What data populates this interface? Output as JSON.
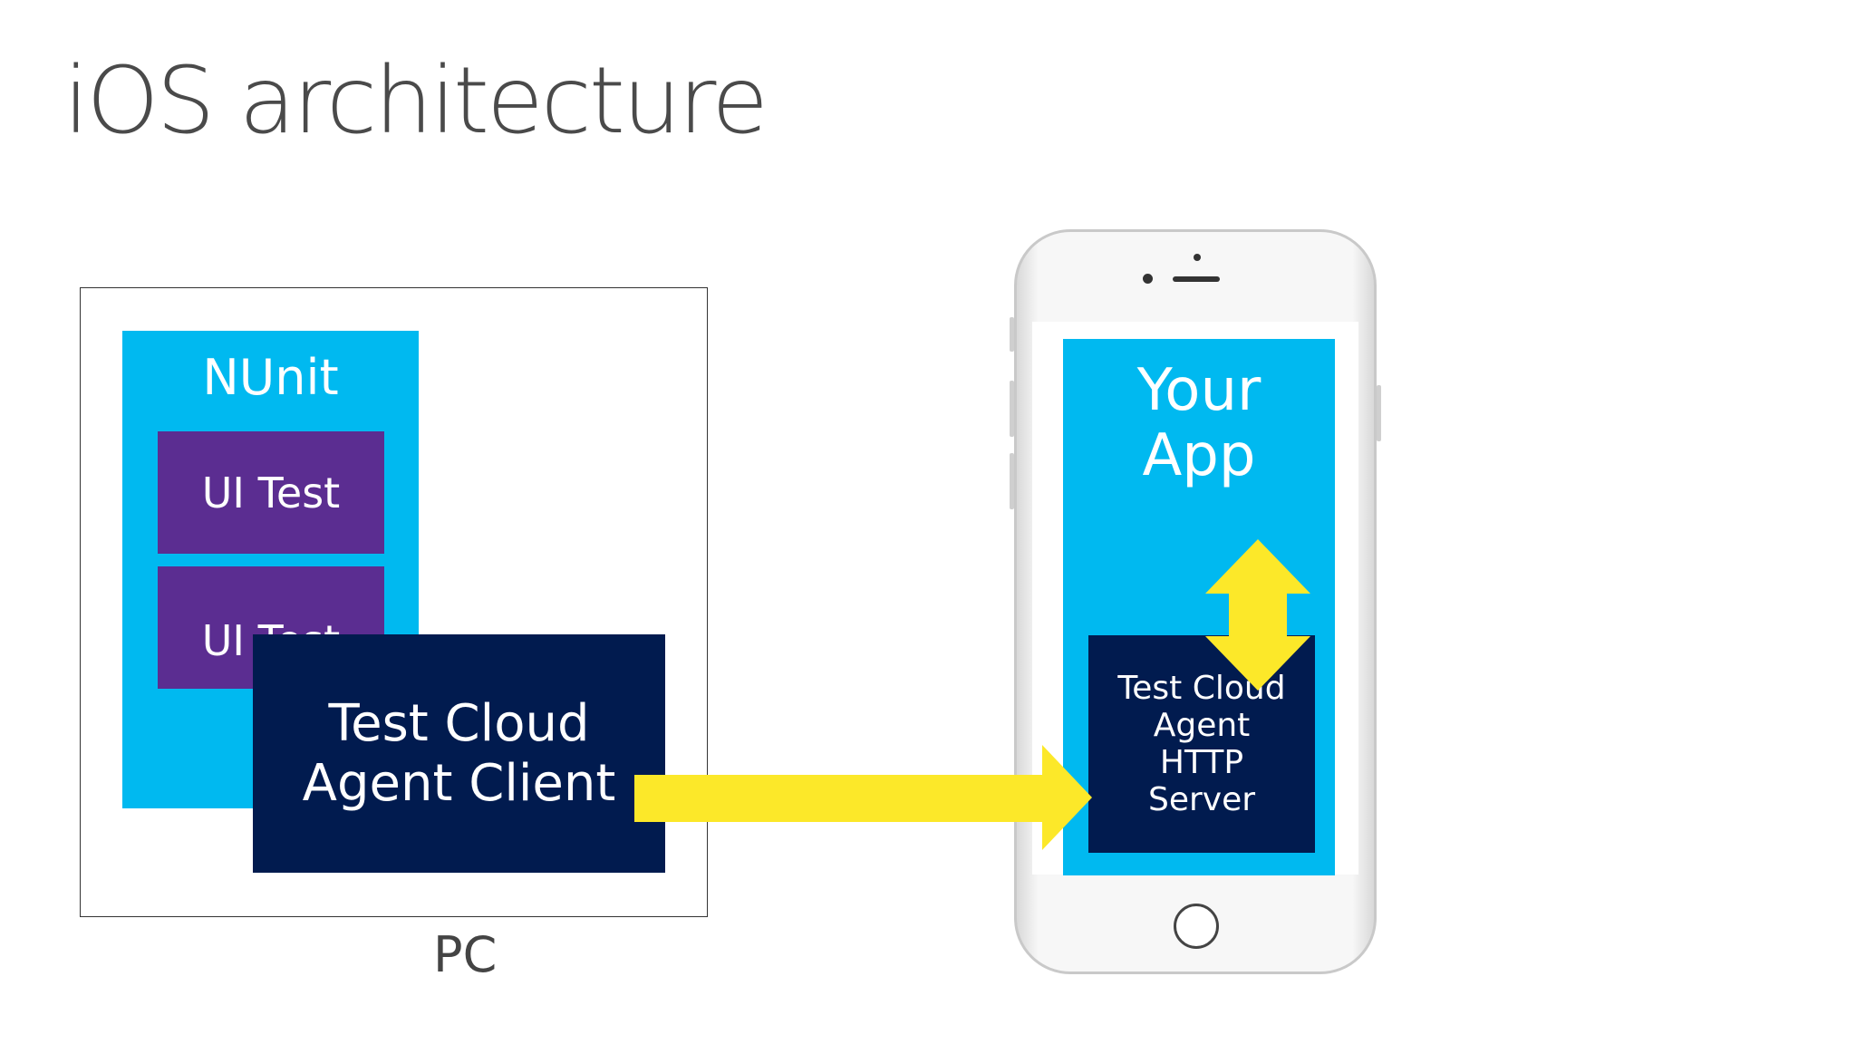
{
  "slide": {
    "title": "iOS architecture"
  },
  "pc": {
    "label": "PC",
    "nunit_label": "NUnit",
    "ui_tests": [
      "UI Test",
      "UI Test"
    ],
    "client_lines": [
      "Test Cloud",
      "Agent Client"
    ]
  },
  "phone": {
    "app_lines": [
      "Your",
      "App"
    ],
    "server_lines": [
      "Test Cloud",
      "Agent",
      "HTTP",
      "Server"
    ]
  },
  "colors": {
    "cyan": "#00b9f0",
    "purple": "#5b2d91",
    "navy": "#011b4f",
    "arrow_yellow": "#fce829"
  },
  "icons": {
    "request_arrow": "right-arrow-icon",
    "app_server_arrow": "double-vertical-arrow-icon",
    "home_button": "home-button-icon"
  }
}
